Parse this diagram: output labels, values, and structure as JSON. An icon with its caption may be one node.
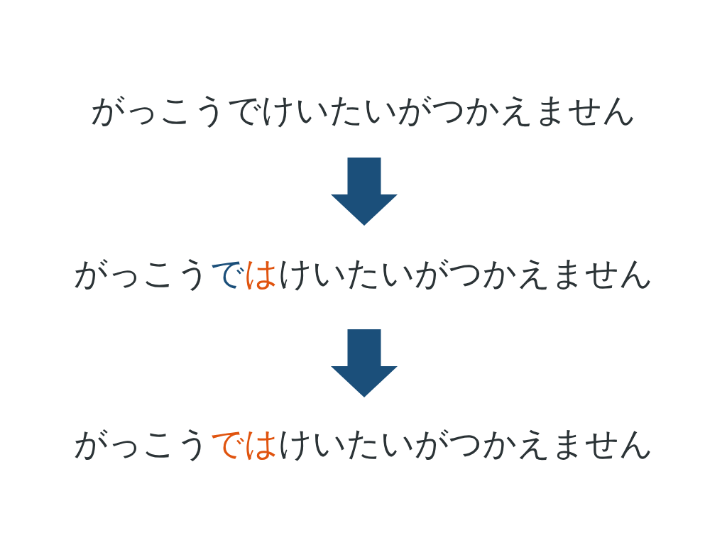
{
  "diagram": {
    "nodes": [
      {
        "text": [
          "がっこうでけいたいがつかえません"
        ]
      },
      {
        "text": [
          "がっこう**で****は**けいたいがつかえません"
        ]
      },
      {
        "text": [
          "がっこう**では**けいたいがつかえません"
        ]
      }
    ],
    "edges": [
      {
        "from": 0,
        "to": 1,
        "arrow": "to"
      },
      {
        "from": 1,
        "to": 2,
        "arrow": "to"
      }
    ]
  }
}
